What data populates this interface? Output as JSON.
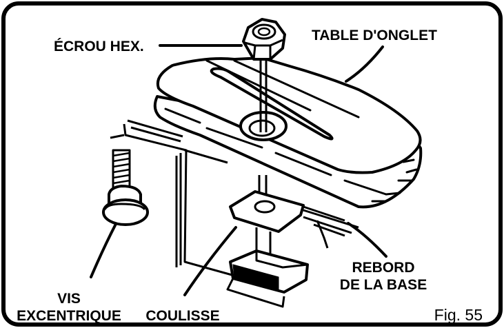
{
  "labels": {
    "hex_nut": "ÉCROU HEX.",
    "miter_table": "TABLE D'ONGLET",
    "base_lip_line1": "REBORD",
    "base_lip_line2": "DE LA BASE",
    "eccentric_screw_line1": "VIS",
    "eccentric_screw_line2": "EXCENTRIQUE",
    "slide": "COULISSE"
  },
  "figure_caption": "Fig. 55",
  "colors": {
    "ink": "#000000",
    "paper": "#ffffff"
  }
}
